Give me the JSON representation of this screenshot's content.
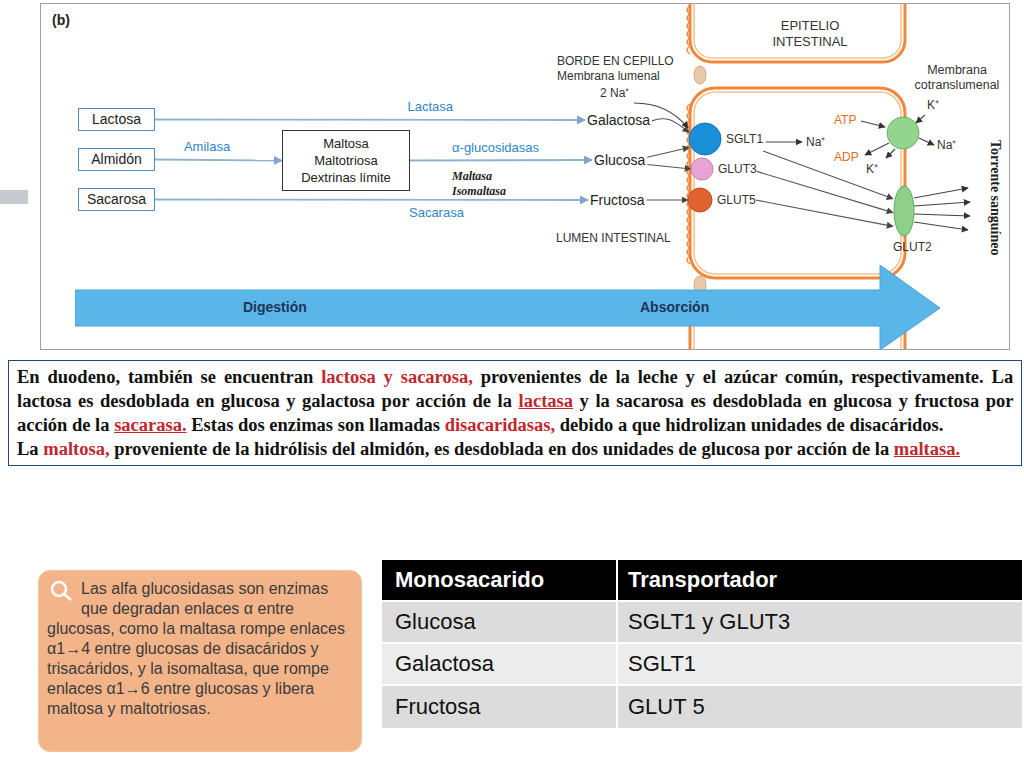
{
  "diagram": {
    "nodes": [
      {
        "text": [
          "Lactosa"
        ]
      },
      {
        "text": [
          "Almidón"
        ]
      },
      {
        "text": [
          "Sacarosa"
        ]
      },
      {
        "text": [
          "Maltosa",
          "Maltotriosa",
          "Dextrinas límite"
        ]
      },
      {
        "text": [
          "Galactosa"
        ]
      },
      {
        "text": [
          "Glucosa"
        ]
      },
      {
        "text": [
          "Fructosa"
        ]
      },
      {
        "text": [
          "SGLT1"
        ]
      },
      {
        "text": [
          "GLUT3"
        ]
      },
      {
        "text": [
          "GLUT5"
        ]
      },
      {
        "text": [
          "GLUT2"
        ]
      },
      {
        "text": [
          "Digestión",
          "Absorción"
        ]
      },
      {
        "text": [
          "En duodeno, también se encuentran lactosa y sacarosa, provenientes de la leche y el azúcar común, respectivamente. La lactosa es desdoblada en glucosa y galactosa por acción de la lactasa y la sacarosa es desdoblada en glucosa y fructosa por acción de la sacarasa. Estas dos enzimas son llamadas disacaridasas, debido a que hidrolizan unidades de disacáridos.",
          "La maltosa, proveniente de la hidrólisis del almidón, es desdoblada en dos unidades de glucosa por acción de la maltasa."
        ]
      },
      {
        "text": [
          "Las alfa glucosidasas son enzimas que degradan enlaces α entre glucosas, como la maltasa rompe enlaces α1→4 entre glucosas de disacáridos y trisacáridos, y la isomaltasa, que rompe enlaces α1→6 entre glucosas y libera maltosa y maltotriosas."
        ]
      }
    ],
    "edges": [
      {
        "from": 0,
        "to": 4,
        "arrow": "to",
        "label": "Lactasa"
      },
      {
        "from": 1,
        "to": 3,
        "arrow": "to",
        "label": "Amilasa"
      },
      {
        "from": 3,
        "to": 5,
        "arrow": "to",
        "label": "α-glucosidasas"
      },
      {
        "from": 2,
        "to": 6,
        "arrow": "to",
        "label": "Sacarasa"
      },
      {
        "from": 4,
        "to": 7,
        "arrow": "to"
      },
      {
        "from": 5,
        "to": 7,
        "arrow": "to"
      },
      {
        "from": 5,
        "to": 8,
        "arrow": "to"
      },
      {
        "from": 6,
        "to": 9,
        "arrow": "to"
      },
      {
        "from": 7,
        "to": 10,
        "arrow": "to"
      },
      {
        "from": 8,
        "to": 10,
        "arrow": "to"
      },
      {
        "from": 9,
        "to": 10,
        "arrow": "to"
      }
    ],
    "labels": [
      "(b)",
      "Maltasa",
      "Isomaltasa",
      "BORDE EN CEPILLO",
      "Membrana lumenal",
      "2 Na⁺",
      "EPITELIO INTESTINAL",
      "Membrana cotranslumenal",
      "Na⁺",
      "ATP",
      "ADP",
      "K⁺",
      "Na⁺",
      "K⁺",
      "LUMEN INTESTINAL",
      "Torrente sanguíneo",
      "Monosacarido",
      "Transportador",
      "Glucosa",
      "SGLT1 y GLUT3",
      "Galactosa",
      "SGLT1",
      "Fructosa",
      "GLUT 5"
    ]
  }
}
